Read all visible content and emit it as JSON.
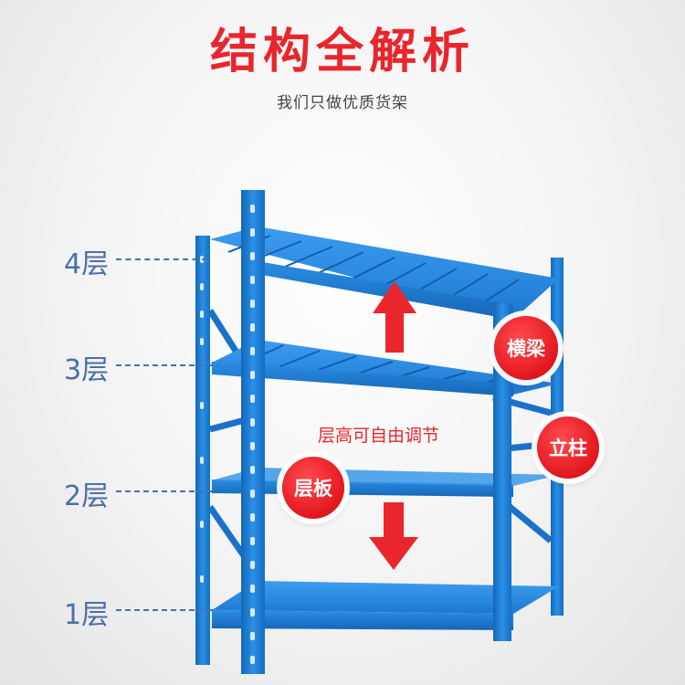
{
  "title": "结构全解析",
  "subtitle": "我们只做优质货架",
  "layers": [
    {
      "label": "4层"
    },
    {
      "label": "3层"
    },
    {
      "label": "2层"
    },
    {
      "label": "1层"
    }
  ],
  "callouts": {
    "crossbeam": "横梁",
    "upright": "立柱",
    "shelf_board": "层板",
    "adjustable_height": "层高可自由调节"
  },
  "colors": {
    "title_red": "#e8262c",
    "rack_blue": "#1f7fd6",
    "label_blue": "#4b6fa8",
    "arrow_red": "#e8262c"
  },
  "icons": [
    "up-arrow-icon",
    "down-arrow-icon"
  ]
}
